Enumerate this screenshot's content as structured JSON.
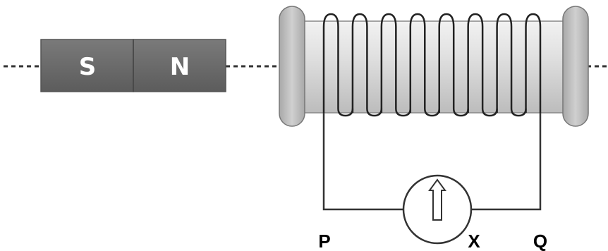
{
  "magnet": {
    "south_label": "S",
    "north_label": "N",
    "color": "#666666"
  },
  "solenoid": {
    "turns": 8,
    "core_color": "#d6d6d6",
    "end_cap_color": "#bdbdbd"
  },
  "galvanometer": {
    "pointer": "arrow-up"
  },
  "labels": {
    "p": "P",
    "x": "X",
    "q": "Q"
  }
}
